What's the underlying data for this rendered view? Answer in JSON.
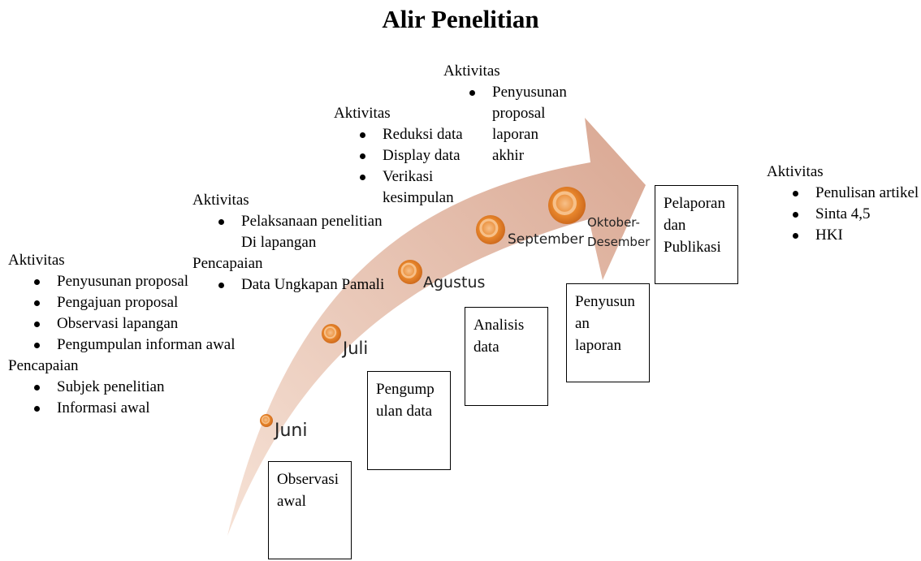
{
  "title": "Alir Penelitian",
  "colors": {
    "arrow_light": "#f6e2d6",
    "arrow_dark": "#d9a792",
    "milestone_outer": "#e8862c",
    "milestone_inner": "#f7c089"
  },
  "milestones": [
    {
      "label": "Juni",
      "label_line2": ""
    },
    {
      "label": "Juli",
      "label_line2": ""
    },
    {
      "label": "Agustus",
      "label_line2": ""
    },
    {
      "label": "September",
      "label_line2": ""
    },
    {
      "label": "Oktober-",
      "label_line2": "Desember"
    }
  ],
  "stage_boxes": [
    {
      "lines": [
        "Observasi",
        "awal"
      ]
    },
    {
      "lines": [
        "Pengump",
        "ulan data"
      ]
    },
    {
      "lines": [
        "Analisis",
        "data"
      ]
    },
    {
      "lines": [
        "Penyusun",
        "an",
        "laporan"
      ]
    },
    {
      "lines": [
        "Pelaporan",
        "dan",
        "Publikasi"
      ]
    }
  ],
  "text_blocks": {
    "juni": {
      "heading": "Aktivitas",
      "items": [
        "Penyusunan proposal",
        "Pengajuan proposal",
        "Observasi lapangan",
        "Pengumpulan informan awal"
      ],
      "heading2": "Pencapaian",
      "items2": [
        "Subjek penelitian",
        "Informasi awal"
      ]
    },
    "juli": {
      "heading": "Aktivitas",
      "items": [
        "Pelaksanaan penelitian"
      ],
      "continuation": "Di lapangan",
      "heading2": "Pencapaian",
      "items2": [
        "Data Ungkapan Pamali"
      ]
    },
    "agustus": {
      "heading": "Aktivitas",
      "items": [
        "Reduksi data",
        "Display data",
        "Verikasi"
      ],
      "continuation": "kesimpulan"
    },
    "september": {
      "heading": "Aktivitas",
      "items": [
        "Penyusunan"
      ],
      "continuation_lines": [
        "proposal",
        "laporan",
        "akhir"
      ]
    },
    "publikasi": {
      "heading": "Aktivitas",
      "items": [
        "Penulisan artikel",
        "Sinta 4,5",
        "HKI"
      ]
    }
  }
}
